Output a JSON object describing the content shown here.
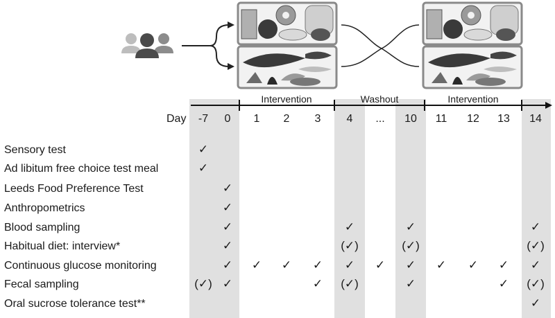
{
  "timeline": {
    "day_title": "Day",
    "days": [
      "-7",
      "0",
      "1",
      "2",
      "3",
      "4",
      "...",
      "10",
      "11",
      "12",
      "13",
      "14"
    ],
    "phases": [
      "Intervention",
      "Washout",
      "Intervention"
    ]
  },
  "rows": [
    {
      "label": "Sensory test"
    },
    {
      "label": "Ad libitum free choice test meal"
    },
    {
      "label": "Leeds Food Preference Test"
    },
    {
      "label": "Anthropometrics"
    },
    {
      "label": "Blood sampling"
    },
    {
      "label": "Habitual diet: interview*"
    },
    {
      "label": "Continuous glucose monitoring"
    },
    {
      "label": "Fecal sampling"
    },
    {
      "label": "Oral sucrose tolerance test**"
    }
  ],
  "symbols": {
    "check": "✓",
    "paren_check": "(✓)"
  },
  "marks": [
    {
      "row": 0,
      "day": 0,
      "type": "check"
    },
    {
      "row": 1,
      "day": 0,
      "type": "check"
    },
    {
      "row": 2,
      "day": 1,
      "type": "check"
    },
    {
      "row": 3,
      "day": 1,
      "type": "check"
    },
    {
      "row": 4,
      "day": 1,
      "type": "check"
    },
    {
      "row": 4,
      "day": 5,
      "type": "check"
    },
    {
      "row": 4,
      "day": 7,
      "type": "check"
    },
    {
      "row": 4,
      "day": 11,
      "type": "check"
    },
    {
      "row": 5,
      "day": 1,
      "type": "check"
    },
    {
      "row": 5,
      "day": 5,
      "type": "paren_check"
    },
    {
      "row": 5,
      "day": 7,
      "type": "paren_check"
    },
    {
      "row": 5,
      "day": 11,
      "type": "paren_check"
    },
    {
      "row": 6,
      "day": 1,
      "type": "check"
    },
    {
      "row": 6,
      "day": 2,
      "type": "check"
    },
    {
      "row": 6,
      "day": 3,
      "type": "check"
    },
    {
      "row": 6,
      "day": 4,
      "type": "check"
    },
    {
      "row": 6,
      "day": 5,
      "type": "check"
    },
    {
      "row": 6,
      "day": 6,
      "type": "check"
    },
    {
      "row": 6,
      "day": 7,
      "type": "check"
    },
    {
      "row": 6,
      "day": 8,
      "type": "check"
    },
    {
      "row": 6,
      "day": 9,
      "type": "check"
    },
    {
      "row": 6,
      "day": 10,
      "type": "check"
    },
    {
      "row": 6,
      "day": 11,
      "type": "check"
    },
    {
      "row": 7,
      "day": 0,
      "type": "paren_check"
    },
    {
      "row": 7,
      "day": 1,
      "type": "check"
    },
    {
      "row": 7,
      "day": 4,
      "type": "check"
    },
    {
      "row": 7,
      "day": 5,
      "type": "paren_check"
    },
    {
      "row": 7,
      "day": 7,
      "type": "check"
    },
    {
      "row": 7,
      "day": 10,
      "type": "check"
    },
    {
      "row": 7,
      "day": 11,
      "type": "paren_check"
    },
    {
      "row": 8,
      "day": 11,
      "type": "check"
    }
  ],
  "colors": {
    "shade": "#e0e0e0",
    "box_border": "#8a8a8a",
    "box_fill": "#f2f2f2",
    "people_dark": "#4a4a4a",
    "people_mid": "#8c8c8c",
    "people_light": "#bdbdbd"
  }
}
